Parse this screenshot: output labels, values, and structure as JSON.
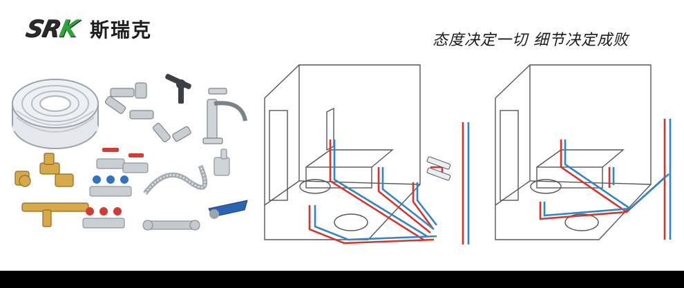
{
  "brand": {
    "logo_mark": "SRK",
    "logo_cn": "斯瑞克"
  },
  "slogan": "态度决定一切 细节决定成败",
  "colors": {
    "logo_green": "#2fa43a",
    "hot_pipe": "#d9322b",
    "cold_pipe": "#2c86c9",
    "footer": "#000000"
  },
  "illustrations": [
    "product-collage",
    "bathroom-piping-manifold",
    "bathroom-piping-series"
  ]
}
